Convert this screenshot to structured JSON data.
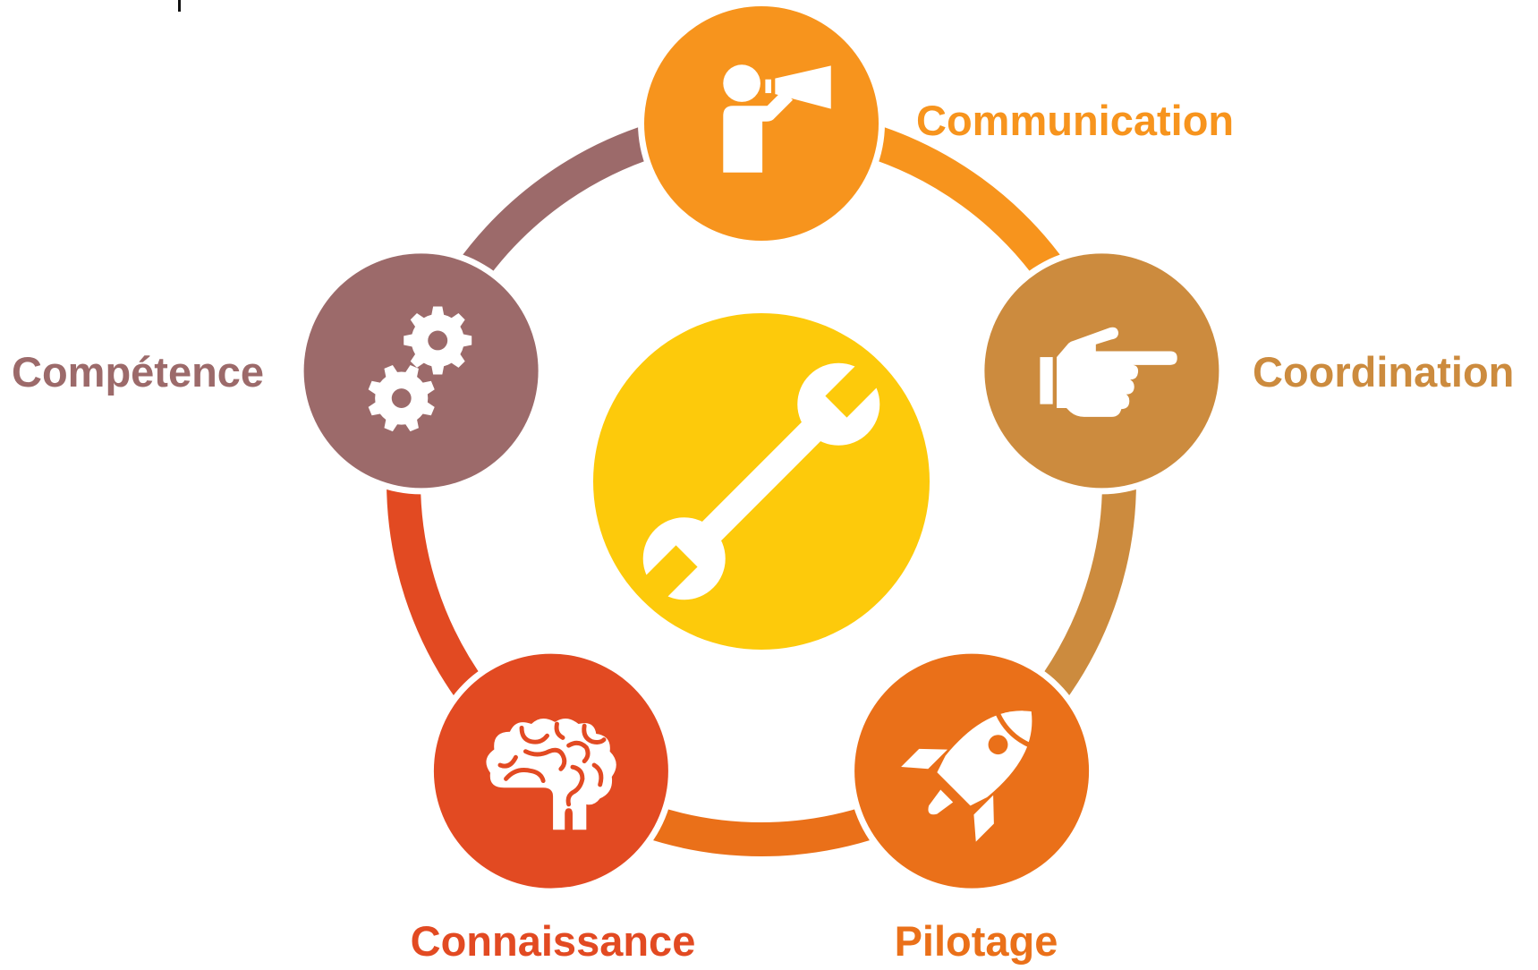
{
  "diagram": {
    "center": {
      "icon": "wrench-icon",
      "color": "#FDCA0B"
    },
    "nodes": [
      {
        "label": "Communication",
        "icon": "megaphone-person-icon",
        "color": "#F7941D"
      },
      {
        "label": "Coordination",
        "icon": "pointing-hand-icon",
        "color": "#CC8B3E"
      },
      {
        "label": "Pilotage",
        "icon": "rocket-icon",
        "color": "#EA7019"
      },
      {
        "label": "Connaissance",
        "icon": "brain-icon",
        "color": "#E24A22"
      },
      {
        "label": "Compétence",
        "icon": "gears-icon",
        "color": "#9C6A6A"
      }
    ]
  }
}
